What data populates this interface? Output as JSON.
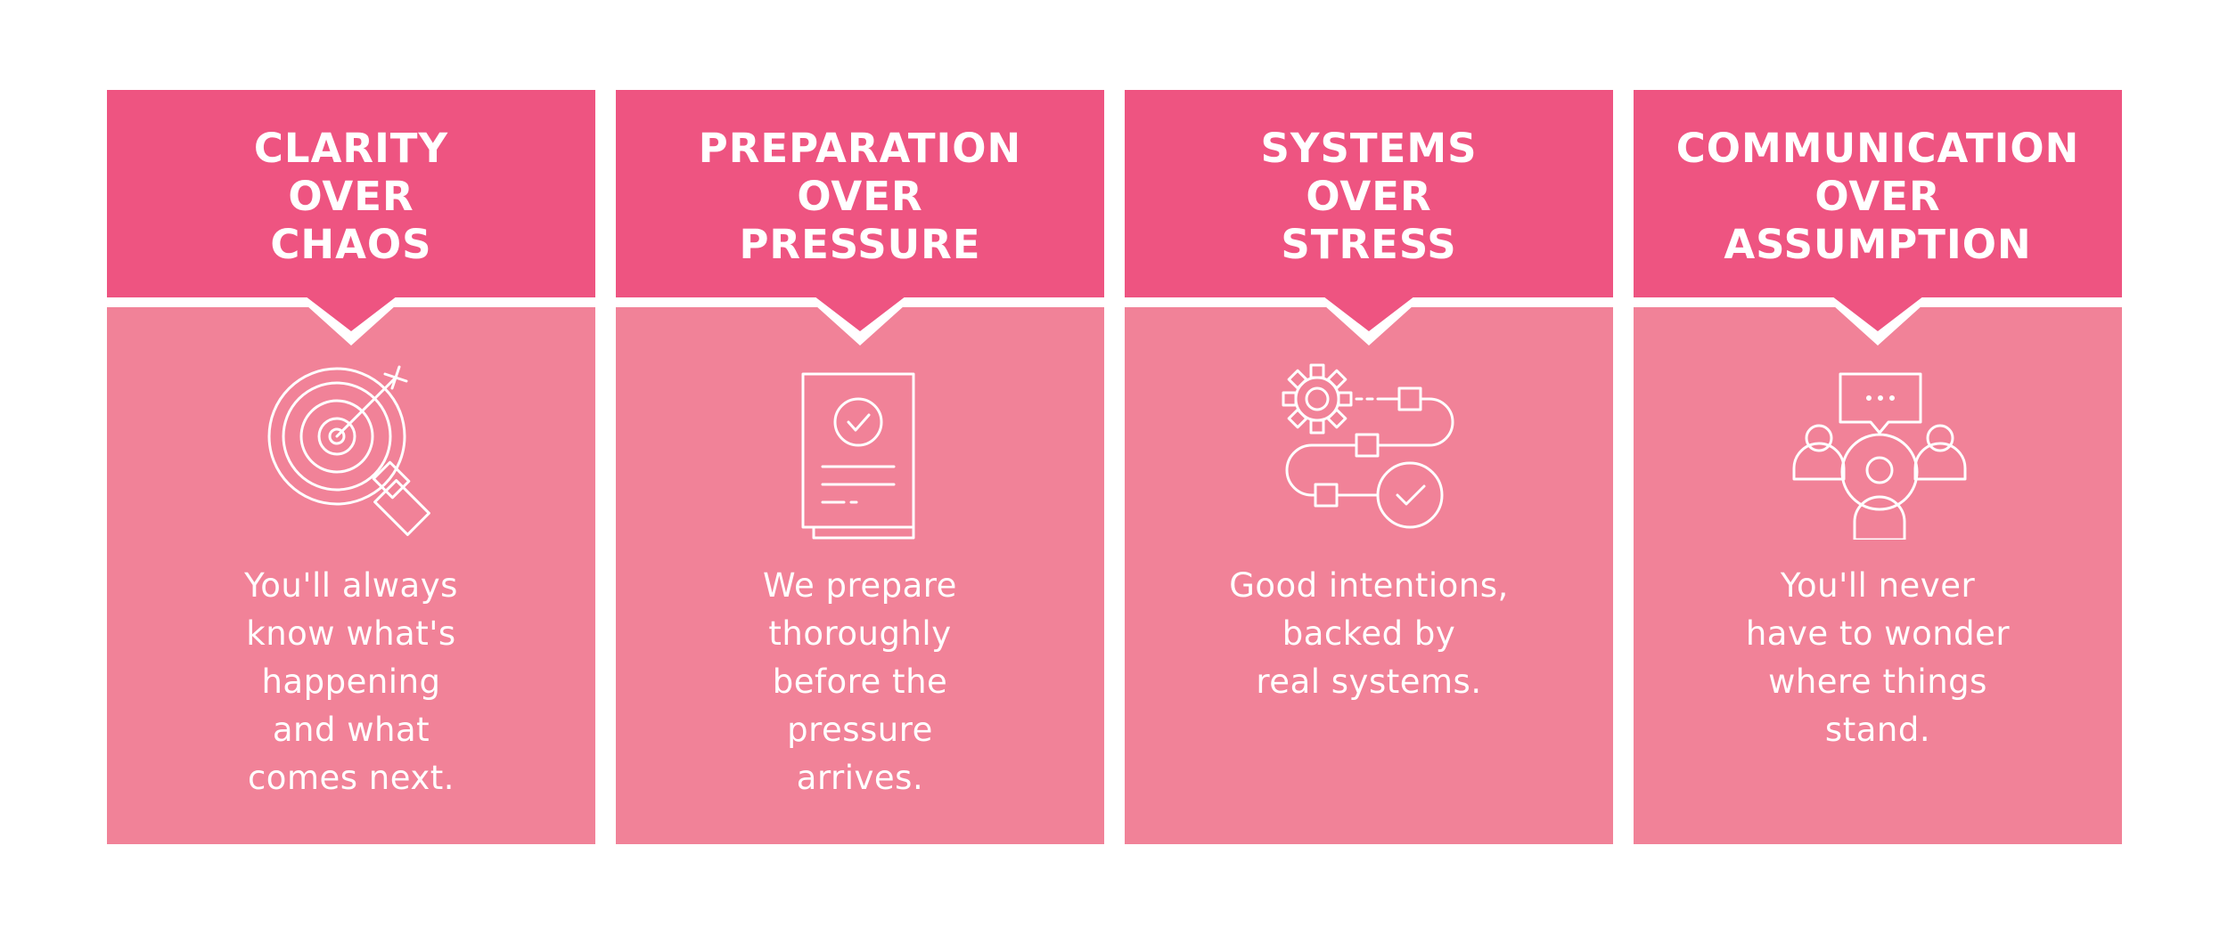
{
  "colors": {
    "header_pink": "#ee5481",
    "body_pink": "#f18298",
    "text": "#ffffff",
    "background": "#ffffff"
  },
  "cards": [
    {
      "icon": "target-magnifier-icon",
      "title_lines": [
        "CLARITY",
        "OVER",
        "CHAOS"
      ],
      "desc_lines": [
        "You'll always",
        "know what's",
        "happening",
        "and what",
        "comes next."
      ]
    },
    {
      "icon": "document-check-icon",
      "title_lines": [
        "PREPARATION",
        "OVER",
        "PRESSURE"
      ],
      "desc_lines": [
        "We prepare",
        "thoroughly",
        "before the",
        "pressure",
        "arrives."
      ]
    },
    {
      "icon": "gear-workflow-icon",
      "title_lines": [
        "SYSTEMS",
        "OVER",
        "STRESS"
      ],
      "desc_lines": [
        "Good intentions,",
        "backed by",
        "real systems."
      ]
    },
    {
      "icon": "team-chat-icon",
      "title_lines": [
        "COMMUNICATION",
        "OVER",
        "ASSUMPTION"
      ],
      "desc_lines": [
        "You'll never",
        "have to wonder",
        "where things",
        "stand."
      ]
    }
  ]
}
